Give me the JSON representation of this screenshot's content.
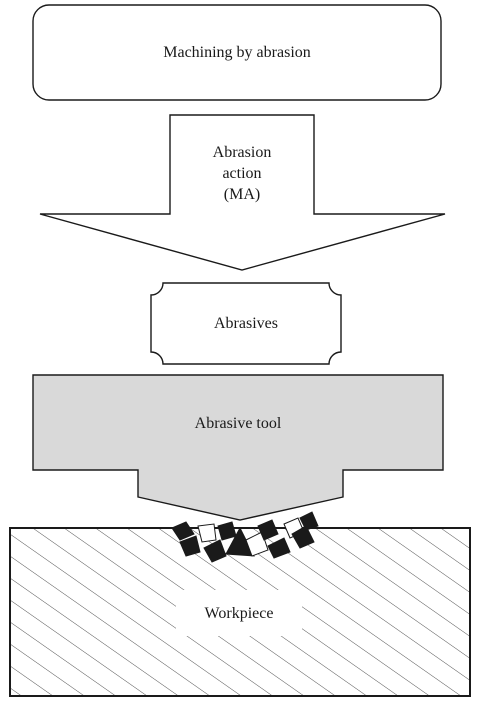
{
  "diagram": {
    "machining_label": "Machining by abrasion",
    "abrasion_action_lines": [
      "Abrasion",
      "action",
      "(MA)"
    ],
    "abrasives_label": "Abrasives",
    "abrasive_tool_label": "Abrasive tool",
    "workpiece_label": "Workpiece"
  },
  "colors": {
    "stroke": "#1a1a1a",
    "tool_fill": "#d9d9d9",
    "background": "#ffffff"
  }
}
